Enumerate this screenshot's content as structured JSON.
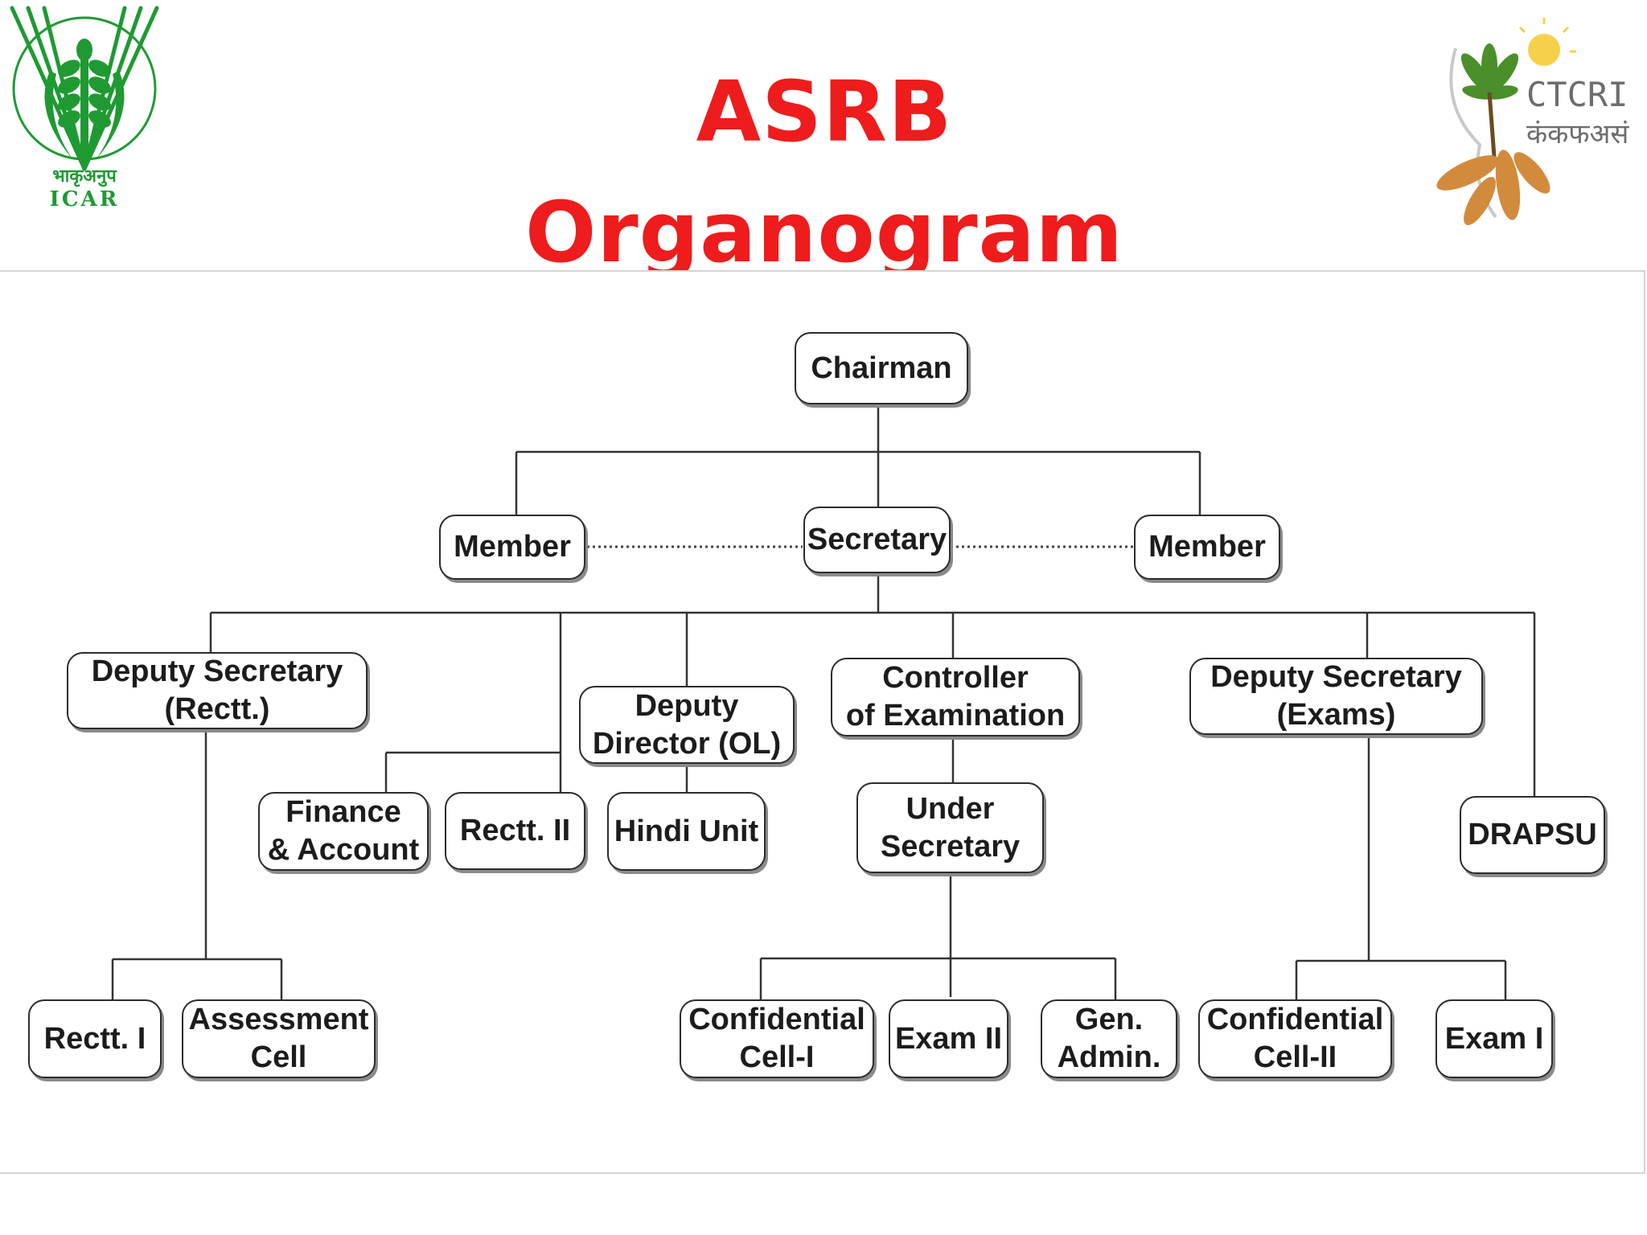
{
  "title": "ASRB Organogram",
  "logos": {
    "left": {
      "name": "icar-logo",
      "hindi": "भाकृअनुप",
      "latin": "ICAR",
      "color": "#1f9a33"
    },
    "right": {
      "name": "ctcri-logo",
      "latin": "CTCRI",
      "hindi": "कंकफअसं",
      "color": "#6d6d6d"
    }
  },
  "colors": {
    "title": "#ee1c1c",
    "border": "#2c2c2c",
    "shadow": "#8a8a8a"
  },
  "nodes": {
    "chairman": "Chairman",
    "member_left": "Member",
    "secretary": "Secretary",
    "member_right": "Member",
    "dep_sec_rectt": "Deputy Secretary\n(Rectt.)",
    "dep_dir_ol": "Deputy\nDirector (OL)",
    "controller_exam": "Controller\nof Examination",
    "dep_sec_exams": "Deputy Secretary\n(Exams)",
    "finance_account": "Finance\n& Account",
    "rectt_ii": "Rectt. II",
    "hindi_unit": "Hindi Unit",
    "under_secretary": "Under\nSecretary",
    "drapsu": "DRAPSU",
    "rectt_i": "Rectt. I",
    "assessment_cell": "Assessment\nCell",
    "conf_cell_i": "Confidential\nCell-I",
    "exam_ii": "Exam II",
    "gen_admin": "Gen.\nAdmin.",
    "conf_cell_ii": "Confidential\nCell-II",
    "exam_i": "Exam I"
  }
}
